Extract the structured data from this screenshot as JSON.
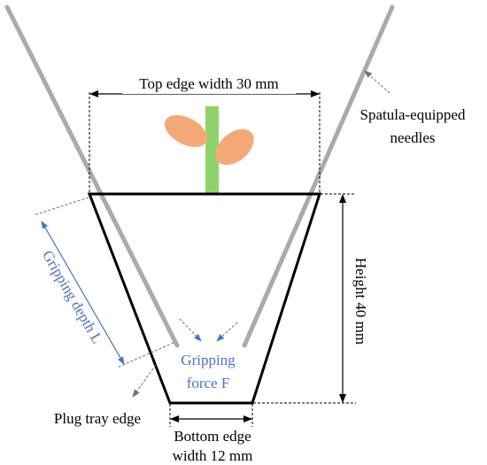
{
  "labels": {
    "top_width": "Top edge width 30 mm",
    "needle_label_line1": "Spatula-equipped",
    "needle_label_line2": "needles",
    "height": "Height 40 mm",
    "gripping_depth": "Gripping depth L",
    "gripping_force_line1": "Gripping",
    "gripping_force_line2": "force F",
    "plug_tray_edge": "Plug tray edge",
    "bottom_line1": "Bottom edge",
    "bottom_line2": "width 12 mm"
  },
  "colors": {
    "outline": "#000000",
    "needle": "#aaaaaa",
    "stem": "#8ed46b",
    "leaf": "#f4a878",
    "blue_annotation": "#4a72c4",
    "gray_annotation": "#707070",
    "text": "#000000"
  }
}
